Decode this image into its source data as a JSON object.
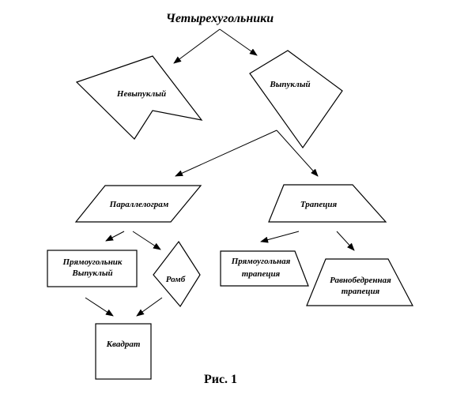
{
  "title": "Четырехугольники",
  "nodes": {
    "nonconvex": "Невыпуклый",
    "convex": "Выпуклый",
    "parallelogram": "Параллелограм",
    "trapezoid": "Трапеция",
    "rectangle_line1": "Прямоугольник",
    "rectangle_line2": "Выпуклый",
    "rhombus": "Ромб",
    "right_trapezoid_line1": "Прямоугольная",
    "right_trapezoid_line2": "трапеция",
    "isosceles_trapezoid_line1": "Равнобедренная",
    "isosceles_trapezoid_line2": "трапеция",
    "square": "Квадрат"
  },
  "caption": "Рис. 1"
}
